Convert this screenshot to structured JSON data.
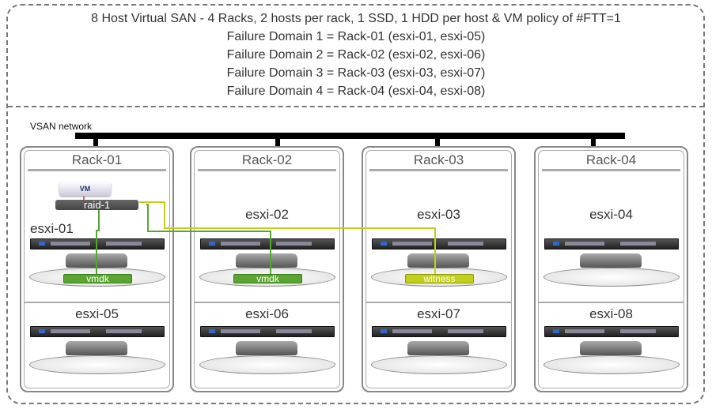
{
  "title_lines": [
    "8 Host Virtual SAN - 4 Racks, 2 hosts per rack, 1 SSD, 1 HDD per host & VM policy of #FTT=1",
    "Failure Domain 1 = Rack-01 (esxi-01, esxi-05)",
    "Failure Domain 2 = Rack-02 (esxi-02, esxi-06)",
    "Failure Domain 3 = Rack-03 (esxi-03, esxi-07)",
    "Failure Domain 4 = Rack-04 (esxi-04, esxi-08)"
  ],
  "network_label": "VSAN network",
  "vm_object": {
    "raid_label": "raid-1",
    "icon_label": "VM"
  },
  "racks": [
    {
      "name": "Rack-01",
      "hosts": [
        "esxi-01",
        "esxi-05"
      ],
      "components": [
        "vmdk",
        ""
      ]
    },
    {
      "name": "Rack-02",
      "hosts": [
        "esxi-02",
        "esxi-06"
      ],
      "components": [
        "vmdk",
        ""
      ]
    },
    {
      "name": "Rack-03",
      "hosts": [
        "esxi-03",
        "esxi-07"
      ],
      "components": [
        "witness",
        ""
      ]
    },
    {
      "name": "Rack-04",
      "hosts": [
        "esxi-04",
        "esxi-08"
      ],
      "components": [
        "",
        ""
      ]
    }
  ],
  "colors": {
    "vmdk": "#5aa532",
    "witness": "#c2cf1c"
  }
}
